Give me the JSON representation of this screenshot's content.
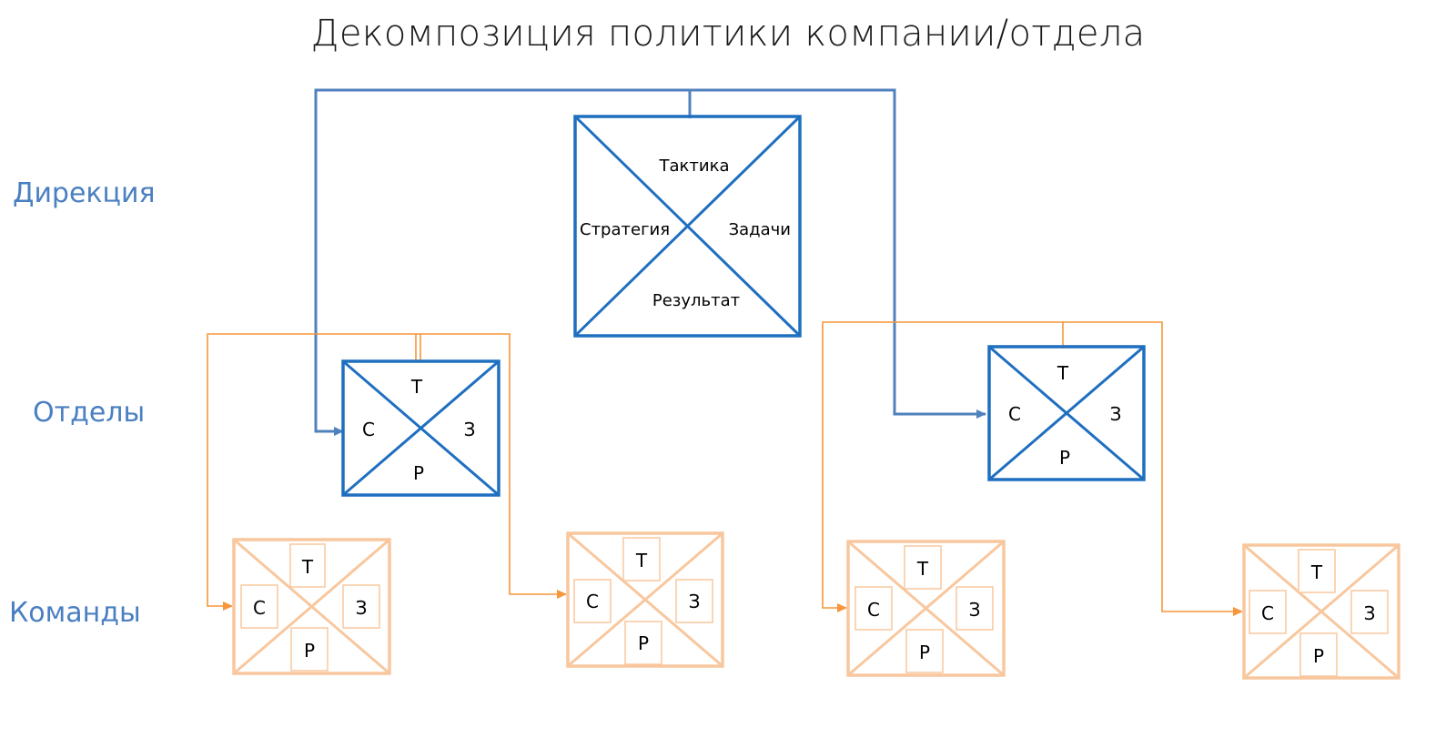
{
  "title": "Декомпозиция политики компании/отдела",
  "levels": {
    "direction": "Дирекция",
    "departments": "Отделы",
    "teams": "Команды"
  },
  "colors": {
    "blue_box": "#1f6fc0",
    "blue_connector": "#4f81bd",
    "orange_connector": "#f7963a",
    "orange_box": "#f8c79e",
    "label_blue": "#4a7fc1"
  },
  "direction_box": {
    "top": "Тактика",
    "left": "Стратегия",
    "right": "Задачи",
    "bottom": "Результат"
  },
  "department_boxes": [
    {
      "top": "Т",
      "left": "С",
      "right": "З",
      "bottom": "Р"
    },
    {
      "top": "Т",
      "left": "С",
      "right": "З",
      "bottom": "Р"
    }
  ],
  "team_boxes": [
    {
      "top": "Т",
      "left": "С",
      "right": "З",
      "bottom": "Р"
    },
    {
      "top": "Т",
      "left": "С",
      "right": "З",
      "bottom": "Р"
    },
    {
      "top": "Т",
      "left": "С",
      "right": "З",
      "bottom": "Р"
    },
    {
      "top": "Т",
      "left": "С",
      "right": "З",
      "bottom": "Р"
    }
  ]
}
